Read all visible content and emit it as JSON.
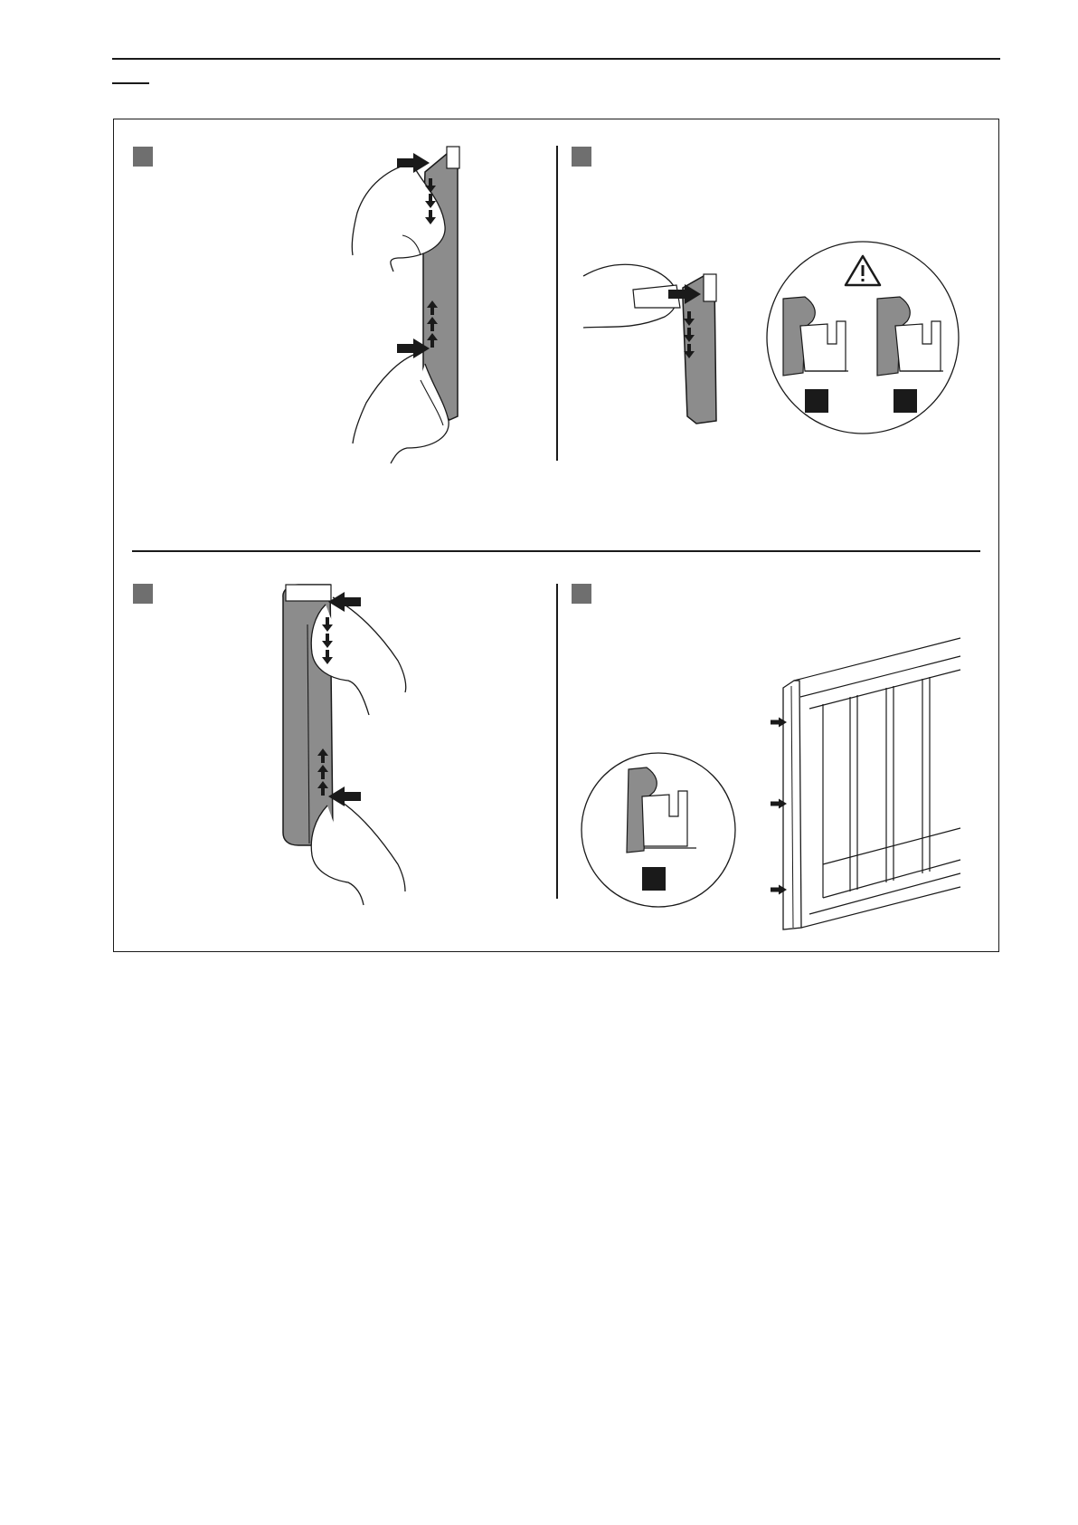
{
  "colors": {
    "line": "#1a1a1a",
    "panel_fill": "#8c8c8c",
    "step_badge": "#6f6f6f",
    "detail_badge": "#1a1a1a",
    "paper": "#ffffff"
  },
  "steps": [
    {
      "id": "step-1",
      "icon": "step-badge"
    },
    {
      "id": "step-2",
      "icon": "step-badge"
    },
    {
      "id": "step-3",
      "icon": "step-badge"
    },
    {
      "id": "step-4",
      "icon": "step-badge"
    }
  ],
  "icons": {
    "warning": "warning-triangle-icon",
    "push_arrow": "push-arrow-icon",
    "down_arrow": "down-arrow-icon",
    "up_arrow": "up-arrow-icon"
  }
}
